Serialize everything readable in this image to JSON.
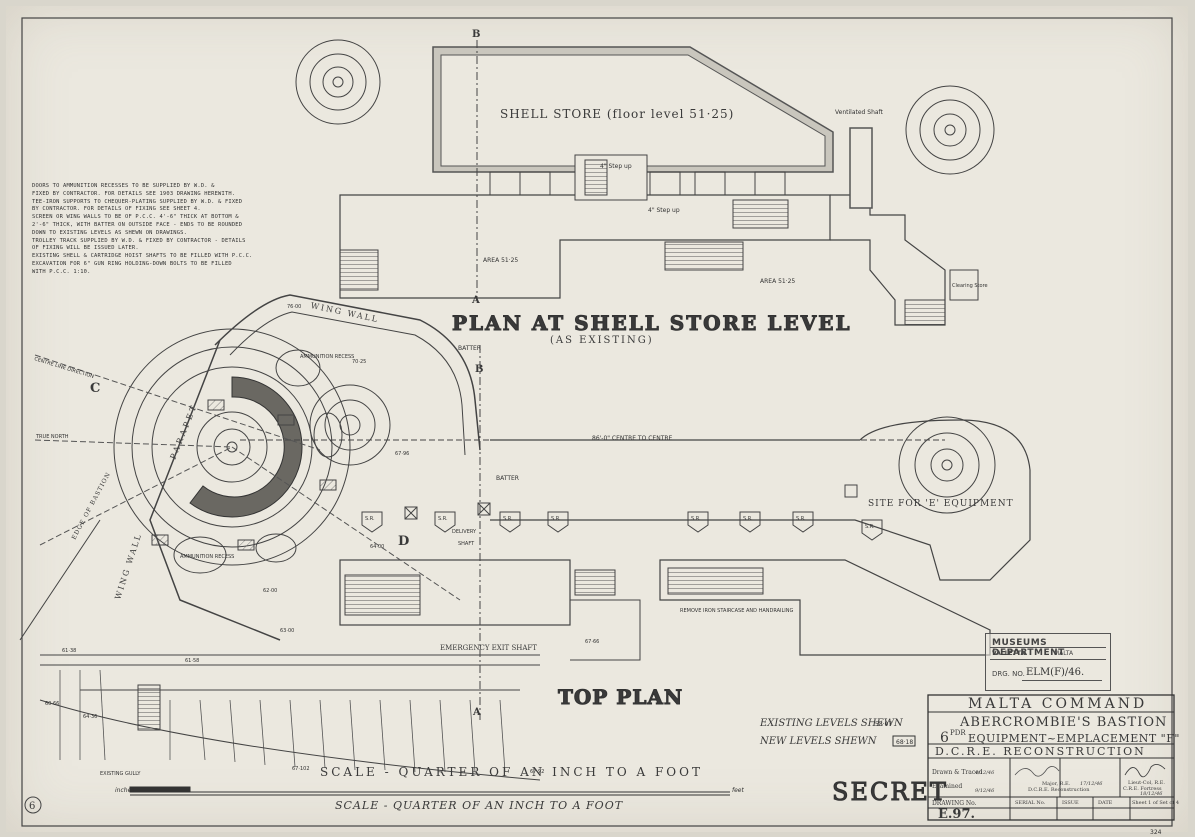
{
  "sheet": {
    "number": "6",
    "corner_note": "324"
  },
  "plans": {
    "shell_store_title": "PLAN AT SHELL STORE LEVEL",
    "shell_store_subtitle": "(AS EXISTING)",
    "top_plan_title": "TOP PLAN",
    "shell_store_label": "SHELL STORE (floor level 51·25)",
    "area_label_1": "AREA 51·25",
    "area_label_2": "AREA 51·25",
    "ventilated_shaft": "Ventilated Shaft",
    "step_up_1": "4\" Step up",
    "step_up_2": "4\" Step up",
    "clearing_store": "Clearing Store",
    "wing_wall": "WING WALL",
    "wing_wall_left": "WING WALL",
    "parapet": "PARAPET",
    "edge_of_bastion": "EDGE OF BASTION",
    "site_equipment": "SITE FOR 'E' EQUIPMENT",
    "centre_to_centre": "86'-0\" CENTRE TO CENTRE",
    "emergency_exit": "EMERGENCY EXIT SHAFT",
    "ammunition_recess_1": "AMMUNITION RECESS",
    "ammunition_recess_2": "AMMUNITION RECESS",
    "true_north": "TRUE NORTH",
    "centre_line_direction": "CENTRE LINE DIRECTION",
    "batter_1": "BATTER",
    "batter_2": "BATTER",
    "sr_labels": [
      "S.R.",
      "S.R.",
      "S.R.",
      "S.R.",
      "S.R.",
      "S.R.",
      "S.R.",
      "S.R."
    ],
    "section_labels": [
      "A",
      "A",
      "B",
      "B",
      "C",
      "D"
    ],
    "existing_gully": "EXISTING GULLY",
    "stairs_note": "REMOVE IRON STAIRCASE AND HANDRAILING",
    "delivery": "DELIVERY",
    "shaft": "SHAFT"
  },
  "levels": {
    "existing_label": "EXISTING LEVELS SHEWN",
    "existing_sample": "58·07",
    "new_label": "NEW LEVELS SHEWN",
    "new_sample": "68·18",
    "spot_levels": [
      "76·00",
      "70·25",
      "67·96",
      "64·00",
      "62·00",
      "63·00",
      "61·38",
      "61·58",
      "60·66",
      "64·36",
      "67·102",
      "67·92",
      "67·66"
    ]
  },
  "notes": [
    "DOORS TO AMMUNITION RECESSES TO BE SUPPLIED BY W.D. &",
    "FIXED BY CONTRACTOR. FOR DETAILS SEE 1903 DRAWING HEREWITH.",
    "TEE-IRON SUPPORTS TO CHEQUER-PLATING SUPPLIED BY W.D. & FIXED",
    "BY CONTRACTOR. FOR DETAILS OF FIXING SEE SHEET 4.",
    "SCREEN OR WING WALLS TO BE OF P.C.C. 4'-6\" THICK AT BOTTOM &",
    "2'-6\" THICK, WITH BATTER ON OUTSIDE FACE - ENDS TO BE ROUNDED",
    "DOWN TO EXISTING LEVELS AS SHEWN ON DRAWINGS.",
    "TROLLEY TRACK SUPPLIED BY W.D. & FIXED BY CONTRACTOR - DETAILS",
    "OF FIXING WILL BE ISSUED LATER.",
    "EXISTING SHELL & CARTRIDGE HOIST SHAFTS TO BE FILLED WITH P.C.C.",
    "EXCAVATION FOR 6\" GUN RING HOLDING-DOWN BOLTS TO BE FILLED",
    "WITH P.C.C. 1:10."
  ],
  "stamp": {
    "title": "MUSEUMS DEPARTMENT",
    "city": "VALLETTA",
    "country": "MALTA",
    "drg_label": "DRG. NO.",
    "drg_no": "ELM(F)/46."
  },
  "title_block": {
    "command": "MALTA COMMAND",
    "location": "ABERCROMBIE'S BASTION",
    "pdr": "6",
    "pdr_unit": "PDR",
    "subject": "EQUIPMENT~EMPLACEMENT \"F\"",
    "department": "D.C.R.E. RECONSTRUCTION",
    "drawn_label": "Drawn & Traced",
    "examined_label": "Examined",
    "drawn_date": "4/12/46",
    "examined_date": "9/12/46",
    "major_role": "Major, R.E.",
    "major_org": "D.C.R.E. Reconstruction",
    "major_date": "17/12/46",
    "cre_role": "Lieut-Col, R.E.",
    "cre_org": "C.R.E. Fortress",
    "cre_date": "18/12/46",
    "drawing_no_label": "DRAWING No.",
    "drawing_no": "E.97.",
    "serial_label": "SERIAL No.",
    "issue_label": "ISSUE",
    "date_label": "DATE",
    "sheet_label": "Sheet 1 of Set of 4",
    "classification": "SECRET"
  },
  "scale": {
    "label": "SCALE - QUARTER OF AN INCH TO A FOOT",
    "inches_label": "inches",
    "feet_label": "feet",
    "watermark": "SCALE - QUARTER OF AN INCH TO A FOOT"
  },
  "colors": {
    "paper": "#ebe8df",
    "ink": "#333333",
    "wall_fill": "#b9b6ae",
    "hatch": "#555555"
  }
}
